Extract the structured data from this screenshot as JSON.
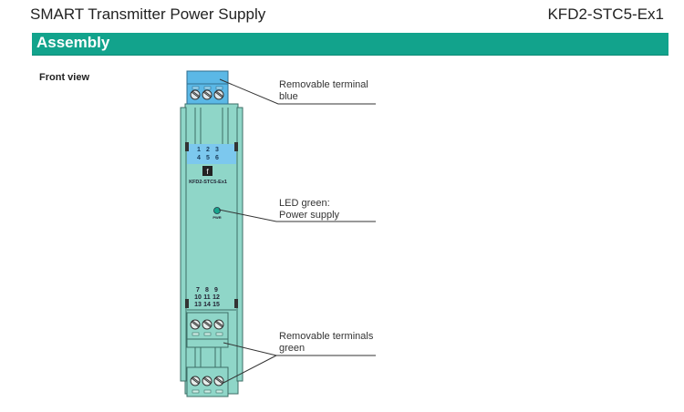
{
  "header": {
    "title": "SMART Transmitter Power Supply",
    "model": "KFD2-STC5-Ex1"
  },
  "section": {
    "title": "Assembly",
    "accent_color": "#12a38c"
  },
  "view": {
    "label": "Front view"
  },
  "device": {
    "model_label": "KFD2-STC5-Ex1",
    "led_label": "PWR",
    "top_terminal_numbers": [
      [
        "1",
        "2",
        "3"
      ],
      [
        "4",
        "5",
        "6"
      ]
    ],
    "bottom_terminal_numbers": [
      [
        "7",
        "8",
        "9"
      ],
      [
        "10",
        "11",
        "12"
      ],
      [
        "13",
        "14",
        "15"
      ]
    ],
    "body_color": "#8fd6c8",
    "blue_terminal_color": "#5bb8e6",
    "led_color": "#17a48c"
  },
  "callouts": {
    "top_terminal": [
      "Removable terminal",
      "blue"
    ],
    "led": [
      "LED green:",
      "Power supply"
    ],
    "bottom_terminals": [
      "Removable terminals",
      "green"
    ]
  }
}
